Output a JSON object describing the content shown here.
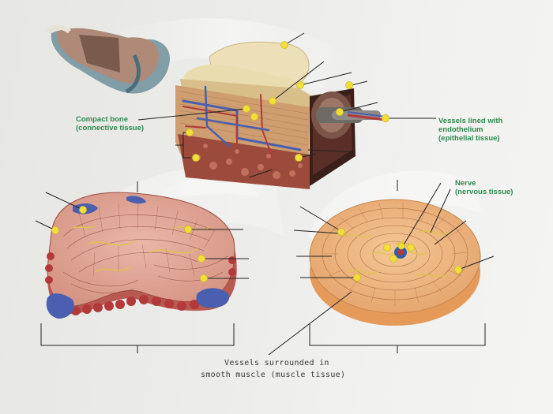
{
  "labels": {
    "compact_bone": {
      "line1": "Compact bone",
      "line2": "(connective tissue)"
    },
    "vessels_endothelium": {
      "line1": "Vessels lined with",
      "line2": "endothelium",
      "line3": "(epithelial tissue)"
    },
    "nerve": {
      "line1": "Nerve",
      "line2": "(nervous tissue)"
    }
  },
  "caption": {
    "line1": "Vessels surrounded in",
    "line2": "smooth muscle (muscle tissue)"
  },
  "colors": {
    "label_green": "#2e8b4e",
    "marker_yellow": "#f2de3a",
    "tissue_pink": "#e3a99a",
    "cross_section_orange": "#efb47f",
    "vein_blue": "#4a5fb0",
    "artery_red": "#b23a3a",
    "nerve_yellow": "#e0c44a"
  }
}
